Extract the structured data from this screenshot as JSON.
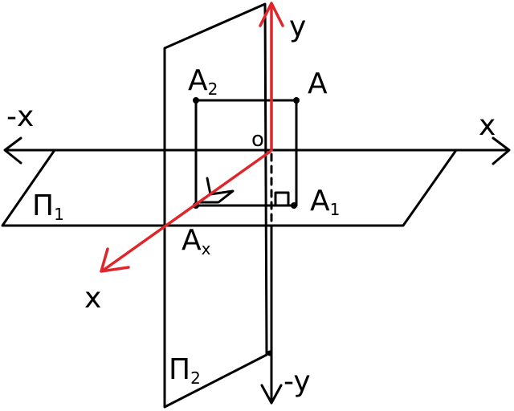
{
  "labels": {
    "origin": "o",
    "y_pos": "y",
    "y_neg": "-y",
    "x_pos": "x",
    "x_neg": "-x",
    "x_axis3": "x",
    "point_A": "A",
    "point_A1_base": "A",
    "point_A1_sub": "1",
    "point_A2_base": "A",
    "point_A2_sub": "2",
    "point_Ax_base": "A",
    "point_Ax_sub": "x",
    "plane_P1_base": "П",
    "plane_P1_sub": "1",
    "plane_P2_base": "П",
    "plane_P2_sub": "2"
  },
  "colors": {
    "ink": "#000000",
    "axis_highlight": "#e0262a",
    "background": "#ffffff"
  }
}
